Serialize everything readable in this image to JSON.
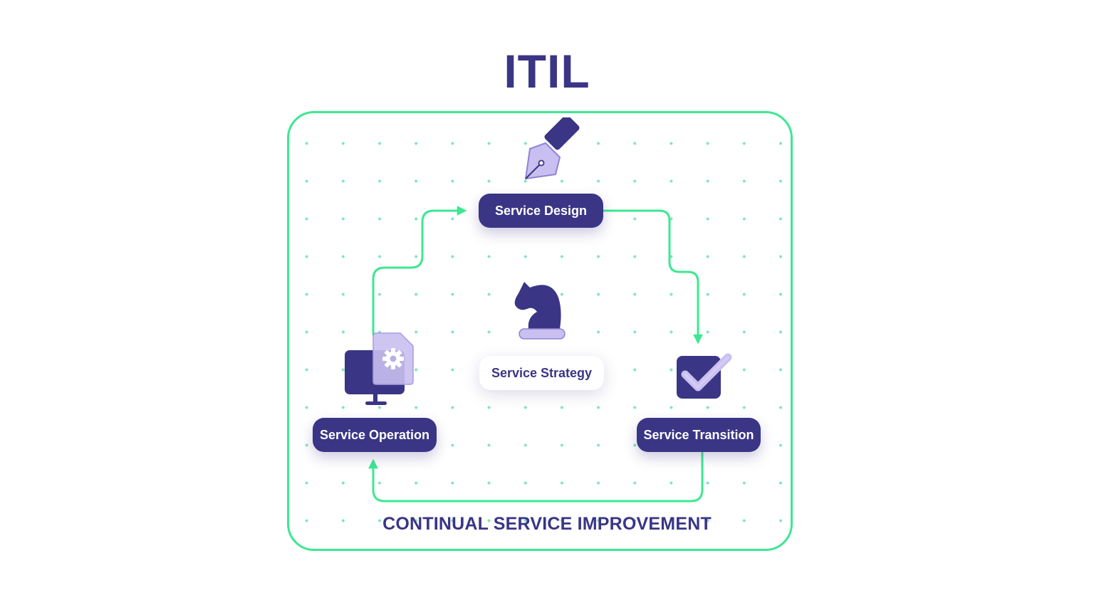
{
  "title": "ITIL",
  "colors": {
    "primary": "#3a3585",
    "accent": "#3ce891",
    "icon_light": "#c9bff0"
  },
  "stages": {
    "design": {
      "label": "Service Design",
      "icon": "pen-nib-icon"
    },
    "transition": {
      "label": "Service Transition",
      "icon": "checkbox-icon"
    },
    "operation": {
      "label": "Service Operation",
      "icon": "monitor-gear-icon"
    },
    "strategy": {
      "label": "Service Strategy",
      "icon": "chess-knight-icon"
    }
  },
  "footer": "CONTINUAL SERVICE IMPROVEMENT"
}
